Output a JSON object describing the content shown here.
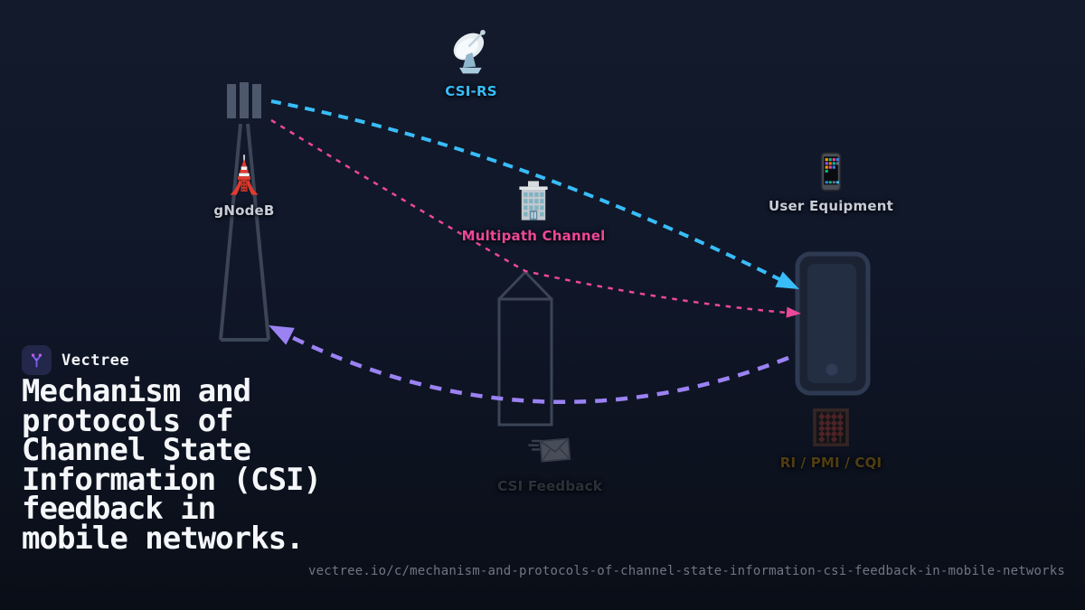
{
  "brand": {
    "name": "Vectree",
    "logo_icon": "vectree-branch-icon",
    "accent_purple": "#7b5cf0",
    "accent_magenta": "#c058e8"
  },
  "title": "Mechanism and protocols of Channel State Information (CSI) feedback in mobile networks.",
  "footer_url": "vectree.io/c/mechanism-and-protocols-of-channel-state-information-csi-feedback-in-mobile-networks",
  "diagram": {
    "nodes": [
      {
        "id": "csi-rs",
        "label": "CSI-RS",
        "icon": "satellite-dish-icon",
        "label_color": "#38bdf8"
      },
      {
        "id": "gnodeb",
        "label": "gNodeB",
        "icon": "tokyo-tower-icon",
        "label_color": "#c6cdd8"
      },
      {
        "id": "multipath",
        "label": "Multipath Channel",
        "icon": "office-building-icon",
        "label_color": "#ec4899"
      },
      {
        "id": "user-equipment",
        "label": "User Equipment",
        "icon": "mobile-phone-icon",
        "label_color": "#c6cdd8"
      },
      {
        "id": "ri-pmi-cqi",
        "label": "RI / PMI / CQI",
        "icon": "abacus-icon",
        "label_color": "rgba(251,191,36,0.30)"
      },
      {
        "id": "csi-feedback",
        "label": "CSI Feedback",
        "icon": "incoming-envelope-icon",
        "label_color": "rgba(148,163,184,0.28)"
      }
    ],
    "edges": [
      {
        "id": "csi-rs-downlink",
        "from": "gNodeB",
        "to": "User Equipment",
        "style": "dashed",
        "color": "#38bdf8"
      },
      {
        "id": "multipath-reflection",
        "from": "gNodeB",
        "to": "User Equipment",
        "via": "Multipath Channel",
        "style": "dashed",
        "color": "#ec4899"
      },
      {
        "id": "uplink-feedback",
        "from": "User Equipment",
        "to": "gNodeB",
        "style": "dashed",
        "color": "#9b82f3"
      }
    ]
  }
}
